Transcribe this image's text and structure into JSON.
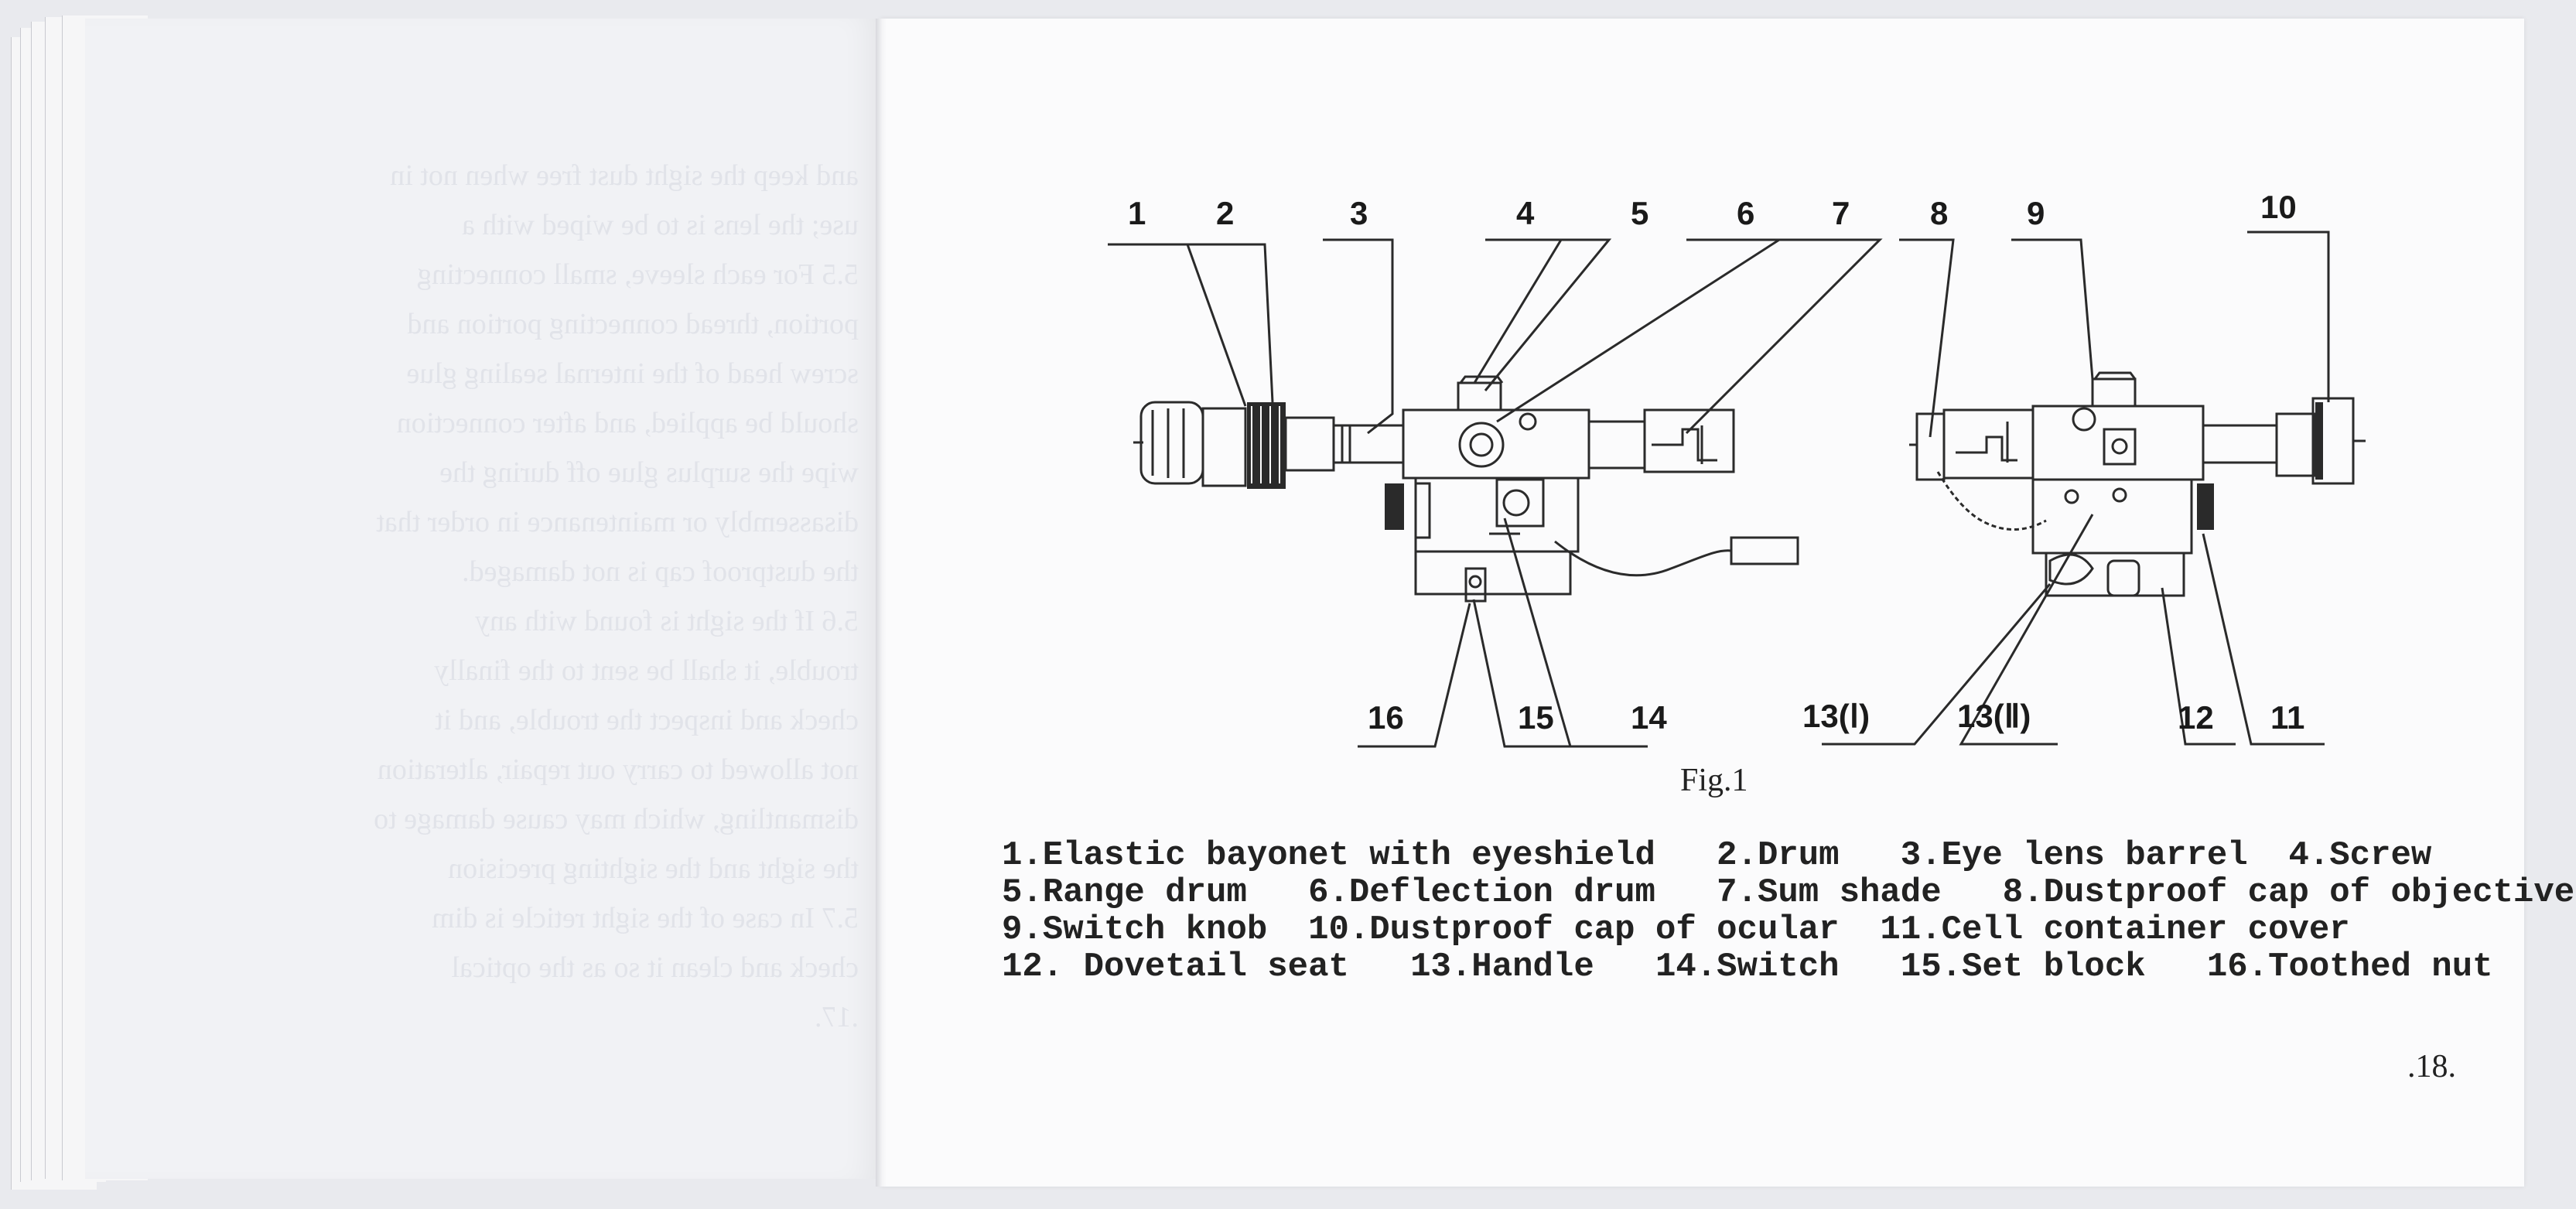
{
  "figure": {
    "caption": "Fig.1",
    "callouts": {
      "c1": "1",
      "c2": "2",
      "c3": "3",
      "c4": "4",
      "c5": "5",
      "c6": "6",
      "c7": "7",
      "c8": "8",
      "c9": "9",
      "c10": "10",
      "c11": "11",
      "c12": "12",
      "c13a": "13(Ⅰ)",
      "c13b": "13(Ⅱ)",
      "c14": "14",
      "c15": "15",
      "c16": "16"
    }
  },
  "legend": {
    "line1": "1.Elastic bayonet with eyeshield   2.Drum   3.Eye lens barrel  4.Screw",
    "line2": "5.Range drum   6.Deflection drum   7.Sum shade   8.Dustproof cap of objective",
    "line3": "9.Switch knob  10.Dustproof cap of ocular  11.Cell container cover",
    "line4": "12. Dovetail seat   13.Handle   14.Switch   15.Set block   16.Toothed nut"
  },
  "page_number": ".18.",
  "bleed_through": {
    "lines": [
      "and keep the sight dust free when not in",
      "use; the lens is to be wiped with a",
      "5.5 For each sleeve, small connecting",
      "portion, thread connecting portion and",
      "screw head of the internal sealing glue",
      "should be applied, and after connection",
      "wipe the surplus glue off during the",
      "disassembly or maintenance in order that",
      "the dustproof cap is not damaged.",
      "5.6 If the sight is found with any",
      "trouble, it shall be sent to the finally",
      "check and inspect the trouble, and it",
      "not allowed to carry out repair, alteration",
      "dismantling, which may cause damage to",
      "the sight and the sighting precision",
      "5.7 In case of the sight reticle is dim",
      "check and clean it so as the optical",
      ".17."
    ]
  }
}
